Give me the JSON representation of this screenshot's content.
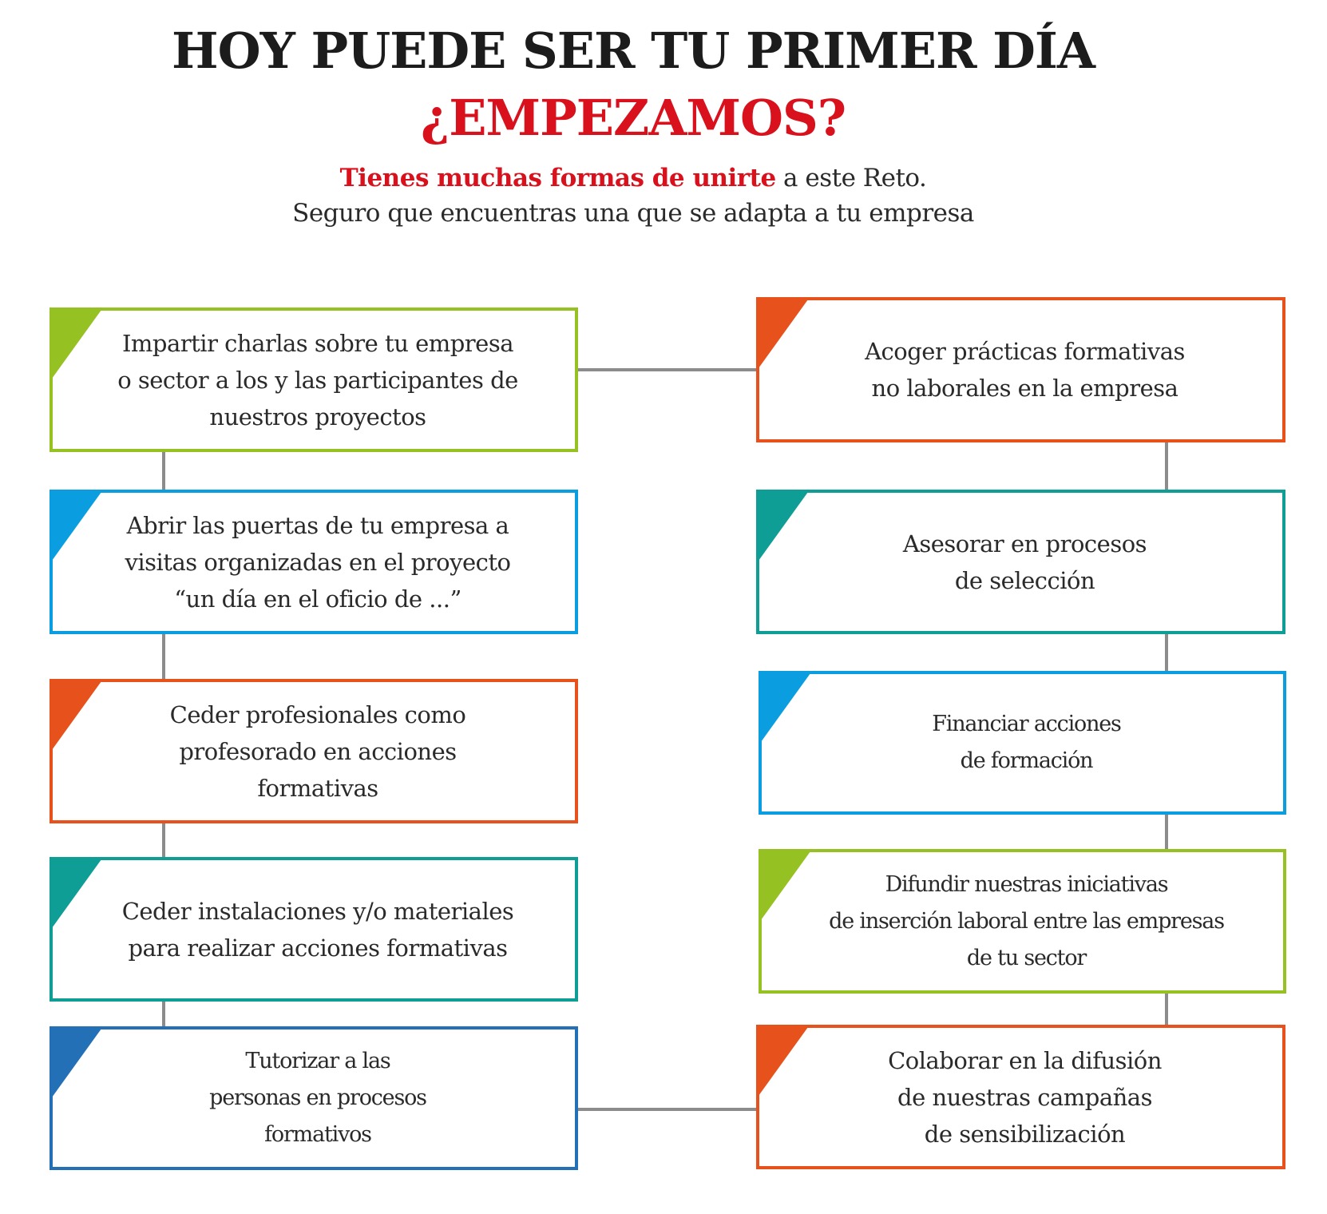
{
  "header": {
    "title": "HOY PUEDE SER TU PRIMER DÍA",
    "question": "¿EMPEZAMOS?",
    "subtitle_highlight": "Tienes muchas formas de unirte",
    "subtitle_rest": " a este Reto.",
    "subtitle_line2": "Seguro que encuentras una que se adapta a tu empresa"
  },
  "colors": {
    "title": "#1c1c1c",
    "accent_red": "#d8111c",
    "green": "#95c123",
    "light_blue": "#0a9ee0",
    "orange": "#e6511c",
    "teal": "#0e9e95",
    "dark_blue": "#2470b7",
    "connector": "#8c8c8c"
  },
  "left_column": [
    {
      "text": "Impartir charlas sobre tu empresa\no sector a los y las participantes de\nnuestros proyectos",
      "color": "green"
    },
    {
      "text": "Abrir las puertas de tu empresa a\nvisitas organizadas en el proyecto\n“un día en el oficio de ...”",
      "color": "light_blue"
    },
    {
      "text": "Ceder profesionales como\nprofesorado en acciones\nformativas",
      "color": "orange"
    },
    {
      "text": "Ceder instalaciones y/o materiales\npara realizar acciones formativas",
      "color": "teal"
    },
    {
      "text": "Tutorizar a las\npersonas en procesos\nformativos",
      "color": "dark_blue"
    }
  ],
  "right_column": [
    {
      "text": "Acoger prácticas formativas\nno laborales en la empresa",
      "color": "orange"
    },
    {
      "text": "Asesorar en procesos\nde selección",
      "color": "teal"
    },
    {
      "text": "Financiar acciones\nde formación",
      "color": "light_blue"
    },
    {
      "text": "Difundir nuestras iniciativas\nde inserción laboral entre las empresas\nde tu sector",
      "color": "green"
    },
    {
      "text": "Colaborar en la difusión\nde nuestras campañas\nde sensibilización",
      "color": "orange"
    }
  ]
}
